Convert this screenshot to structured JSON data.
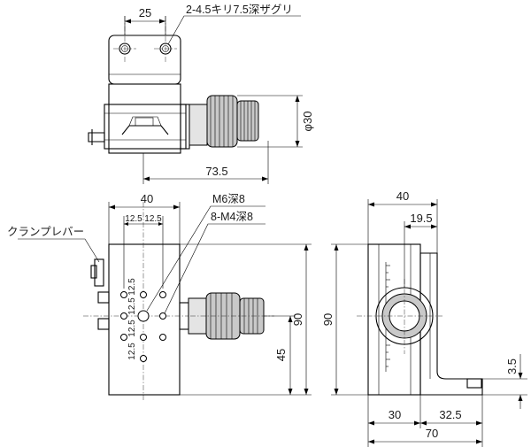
{
  "top_view": {
    "dim_width": "25",
    "hole_note": "2-4.5キリ7.5深ザグリ",
    "dim_knob_dia": "φ30",
    "dim_length": "73.5"
  },
  "front_view": {
    "dim_width": "40",
    "dim_pitch_a": "12.5",
    "dim_pitch_b": "12.5",
    "dim_pitch_c": "12.5",
    "dim_pitch_d": "12.5",
    "dim_pitch_e": "12.5",
    "dim_pitch_f": "12.5",
    "note_center_hole": "M6深8",
    "note_tapped_holes": "8-M4深8",
    "clamp_lever": "クランプレバー",
    "dim_height": "90",
    "dim_center_height": "45"
  },
  "side_view": {
    "dim_width": "40",
    "dim_offset": "19.5",
    "dim_height": "90",
    "dim_base_left": "30",
    "dim_base_right": "32.5",
    "dim_total": "70",
    "dim_thickness": "3.5"
  }
}
